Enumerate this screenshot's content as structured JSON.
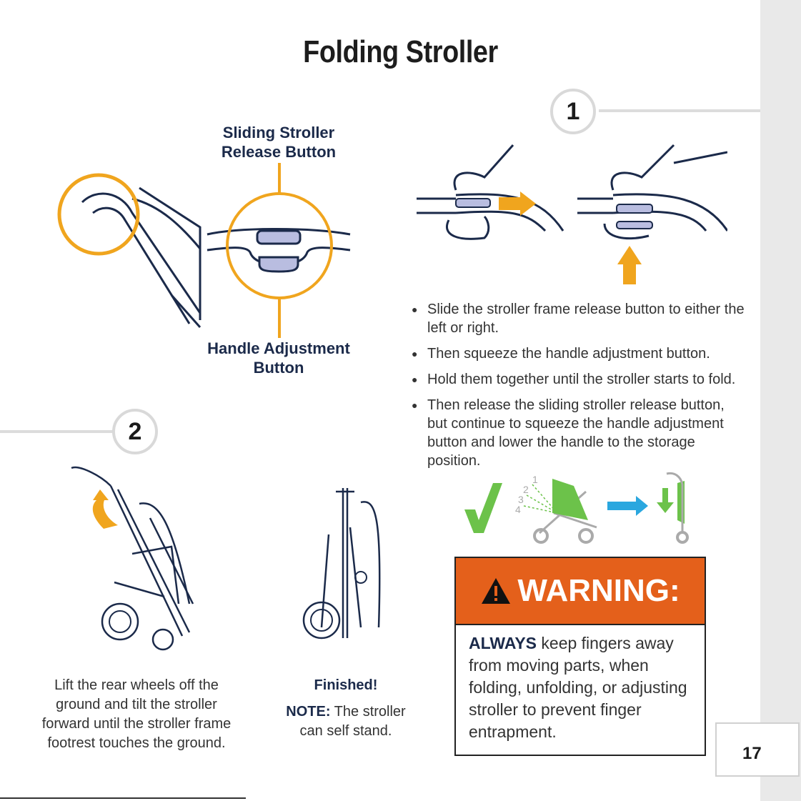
{
  "page": {
    "title": "Folding Stroller",
    "page_number": "17"
  },
  "callouts": {
    "release_line1": "Sliding Stroller",
    "release_line2": "Release Button",
    "handle_line1": "Handle Adjustment",
    "handle_line2": "Button"
  },
  "steps": [
    {
      "number": "1"
    },
    {
      "number": "2"
    }
  ],
  "instructions": [
    "Slide the stroller frame release button to either the left or right.",
    "Then squeeze the handle adjustment button.",
    "Hold them together until the stroller starts to fold.",
    "Then release the sliding stroller release button, but continue to squeeze the handle adjustment button and lower the handle to the storage position."
  ],
  "position_marks": [
    "1",
    "2",
    "3",
    "4"
  ],
  "captions": {
    "lift": "Lift the rear wheels off the ground and tilt the stroller forward until the stroller frame footrest touches the ground.",
    "finished": "Finished!",
    "note_label": "NOTE:",
    "note_text": " The stroller can self stand."
  },
  "warning": {
    "title": "WARNING:",
    "bold": "ALWAYS",
    "text": " keep fingers away from moving parts, when folding, unfolding, or adjusting stroller to prevent finger entrapment."
  },
  "colors": {
    "highlight_orange": "#f0a51e",
    "warning_orange": "#e4601b",
    "navy": "#1b2a4a",
    "button_lavender": "#b9bde0",
    "check_green": "#6cc24a",
    "arrow_blue": "#2aa7df"
  },
  "icons": [
    "warning-triangle-icon",
    "check-icon",
    "right-arrow-icon",
    "down-arrow-icon"
  ]
}
